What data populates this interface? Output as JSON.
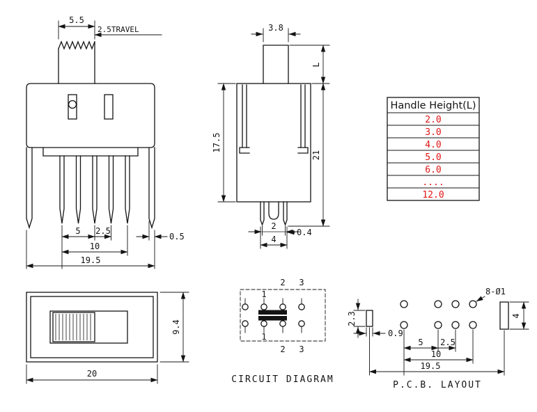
{
  "colors": {
    "ink": "#141414",
    "accent_red": "#e01414",
    "background": "#ffffff"
  },
  "front_view": {
    "dim_handle_width": "5.5",
    "dim_travel": "2.5TRAVEL",
    "dim_pitch": "5",
    "dim_offset": "2.5",
    "dim_leg_width": "0.5",
    "dim_span": "10",
    "dim_total_width": "19.5"
  },
  "side_view": {
    "dim_handle_depth": "3.8",
    "dim_handle_height": "L",
    "dim_body_height": "17.5",
    "dim_total_height": "21",
    "dim_pin_gap": "2",
    "dim_pin_thickness": "0.4",
    "dim_pin_span": "4"
  },
  "handle_table": {
    "header": "Handle Height(L)",
    "rows": [
      "2.0",
      "3.0",
      "4.0",
      "5.0",
      "6.0",
      "....",
      "12.0"
    ]
  },
  "top_view": {
    "dim_length": "20",
    "dim_width": "9.4"
  },
  "circuit_diagram": {
    "title": "CIRCUIT DIAGRAM",
    "top_terminals": [
      "1",
      "2",
      "3"
    ],
    "bottom_terminals": [
      "1",
      "2",
      "3"
    ]
  },
  "pcb_layout": {
    "title": "P.C.B. LAYOUT",
    "dim_holes": "8-Ø1",
    "dim_slot_height": "2.3",
    "dim_slot_width": "0.9",
    "dim_pitch": "5",
    "dim_offset": "2.5",
    "dim_span": "10",
    "dim_total": "19.5",
    "dim_right_slot_height": "4"
  }
}
